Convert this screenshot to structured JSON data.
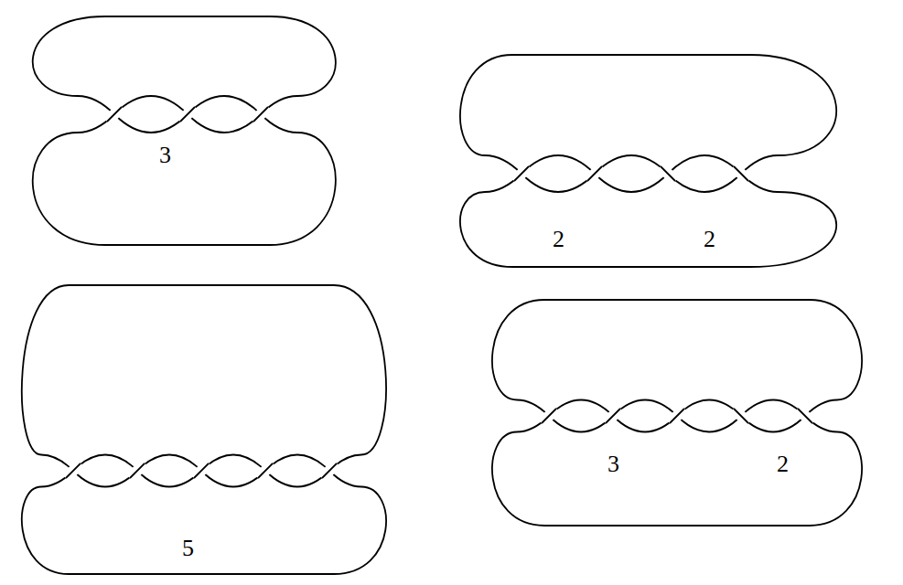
{
  "diagram": {
    "labels": [
      "3",
      "2",
      "2",
      "5",
      "3",
      "2"
    ]
  }
}
